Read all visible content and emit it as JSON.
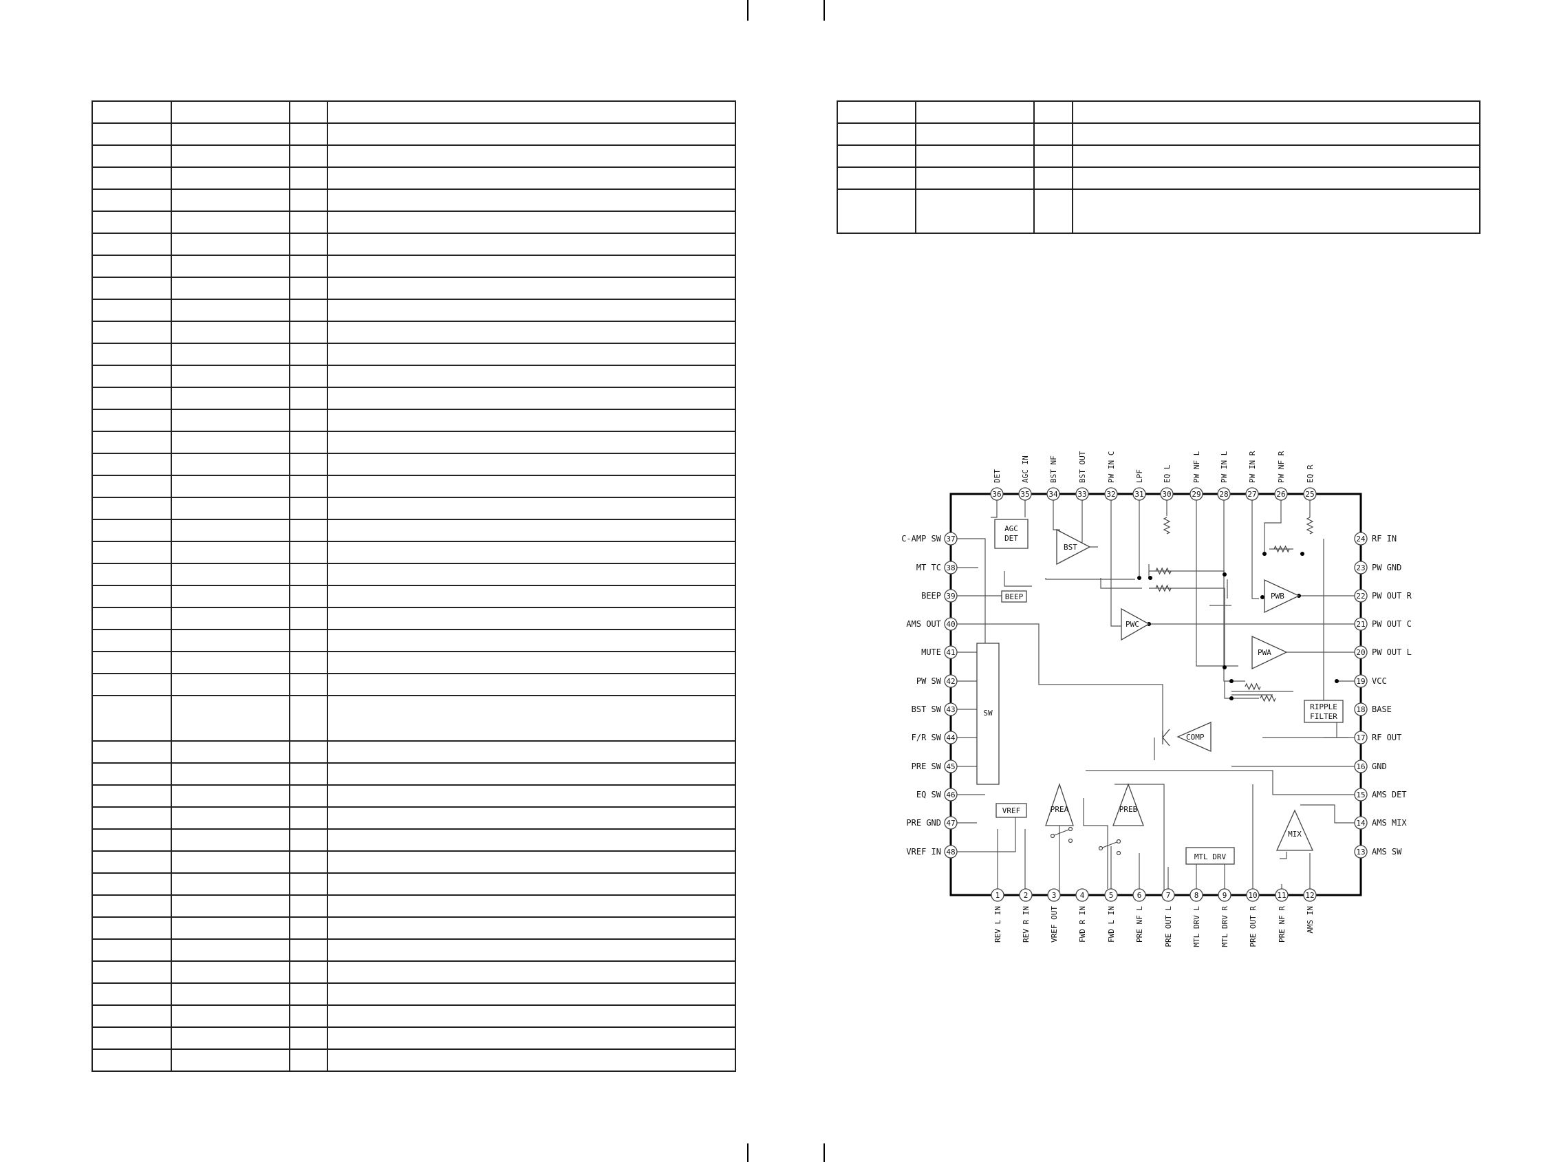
{
  "left_table": {
    "rows": 43,
    "tall_rows": [
      27
    ]
  },
  "right_table": {
    "rows": 5,
    "tall_rows": [
      4
    ]
  },
  "diagram": {
    "top_pins": [
      {
        "num": "36",
        "label": "DET"
      },
      {
        "num": "35",
        "label": "AGC IN"
      },
      {
        "num": "34",
        "label": "BST NF"
      },
      {
        "num": "33",
        "label": "BST OUT"
      },
      {
        "num": "32",
        "label": "PW IN C"
      },
      {
        "num": "31",
        "label": "LPF"
      },
      {
        "num": "30",
        "label": "EQ L"
      },
      {
        "num": "29",
        "label": "PW NF L"
      },
      {
        "num": "28",
        "label": "PW IN L"
      },
      {
        "num": "27",
        "label": "PW IN R"
      },
      {
        "num": "26",
        "label": "PW NF R"
      },
      {
        "num": "25",
        "label": "EQ R"
      }
    ],
    "right_pins": [
      {
        "num": "24",
        "label": "RF IN"
      },
      {
        "num": "23",
        "label": "PW GND"
      },
      {
        "num": "22",
        "label": "PW OUT R"
      },
      {
        "num": "21",
        "label": "PW OUT C"
      },
      {
        "num": "20",
        "label": "PW OUT L"
      },
      {
        "num": "19",
        "label": "VCC"
      },
      {
        "num": "18",
        "label": "BASE"
      },
      {
        "num": "17",
        "label": "RF OUT"
      },
      {
        "num": "16",
        "label": "GND"
      },
      {
        "num": "15",
        "label": "AMS DET"
      },
      {
        "num": "14",
        "label": "AMS MIX"
      },
      {
        "num": "13",
        "label": "AMS SW"
      }
    ],
    "left_pins": [
      {
        "num": "37",
        "label": "C-AMP SW"
      },
      {
        "num": "38",
        "label": "MT TC"
      },
      {
        "num": "39",
        "label": "BEEP"
      },
      {
        "num": "40",
        "label": "AMS OUT"
      },
      {
        "num": "41",
        "label": "MUTE"
      },
      {
        "num": "42",
        "label": "PW SW"
      },
      {
        "num": "43",
        "label": "BST SW"
      },
      {
        "num": "44",
        "label": "F/R SW"
      },
      {
        "num": "45",
        "label": "PRE SW"
      },
      {
        "num": "46",
        "label": "EQ SW"
      },
      {
        "num": "47",
        "label": "PRE GND"
      },
      {
        "num": "48",
        "label": "VREF IN"
      }
    ],
    "bottom_pins": [
      {
        "num": "1",
        "label": "REV L IN"
      },
      {
        "num": "2",
        "label": "REV R IN"
      },
      {
        "num": "3",
        "label": "VREF OUT"
      },
      {
        "num": "4",
        "label": "FWD R IN"
      },
      {
        "num": "5",
        "label": "FWD L IN"
      },
      {
        "num": "6",
        "label": "PRE NF L"
      },
      {
        "num": "7",
        "label": "PRE OUT L"
      },
      {
        "num": "8",
        "label": "MTL DRV L"
      },
      {
        "num": "9",
        "label": "MTL DRV R"
      },
      {
        "num": "10",
        "label": "PRE OUT R"
      },
      {
        "num": "11",
        "label": "PRE NF R"
      },
      {
        "num": "12",
        "label": "AMS IN"
      }
    ],
    "blocks": {
      "agc": [
        "AGC",
        "DET"
      ],
      "bst": "BST",
      "beep": "BEEP",
      "pwc": "PWC",
      "pwb": "PWB",
      "pwa": "PWA",
      "sw": "SW",
      "comp": "COMP",
      "ripple": [
        "RIPPLE",
        "FILTER"
      ],
      "vref": "VREF",
      "prea": "PREA",
      "preb": "PREB",
      "mtl": "MTL DRV",
      "mix": "MIX"
    }
  }
}
